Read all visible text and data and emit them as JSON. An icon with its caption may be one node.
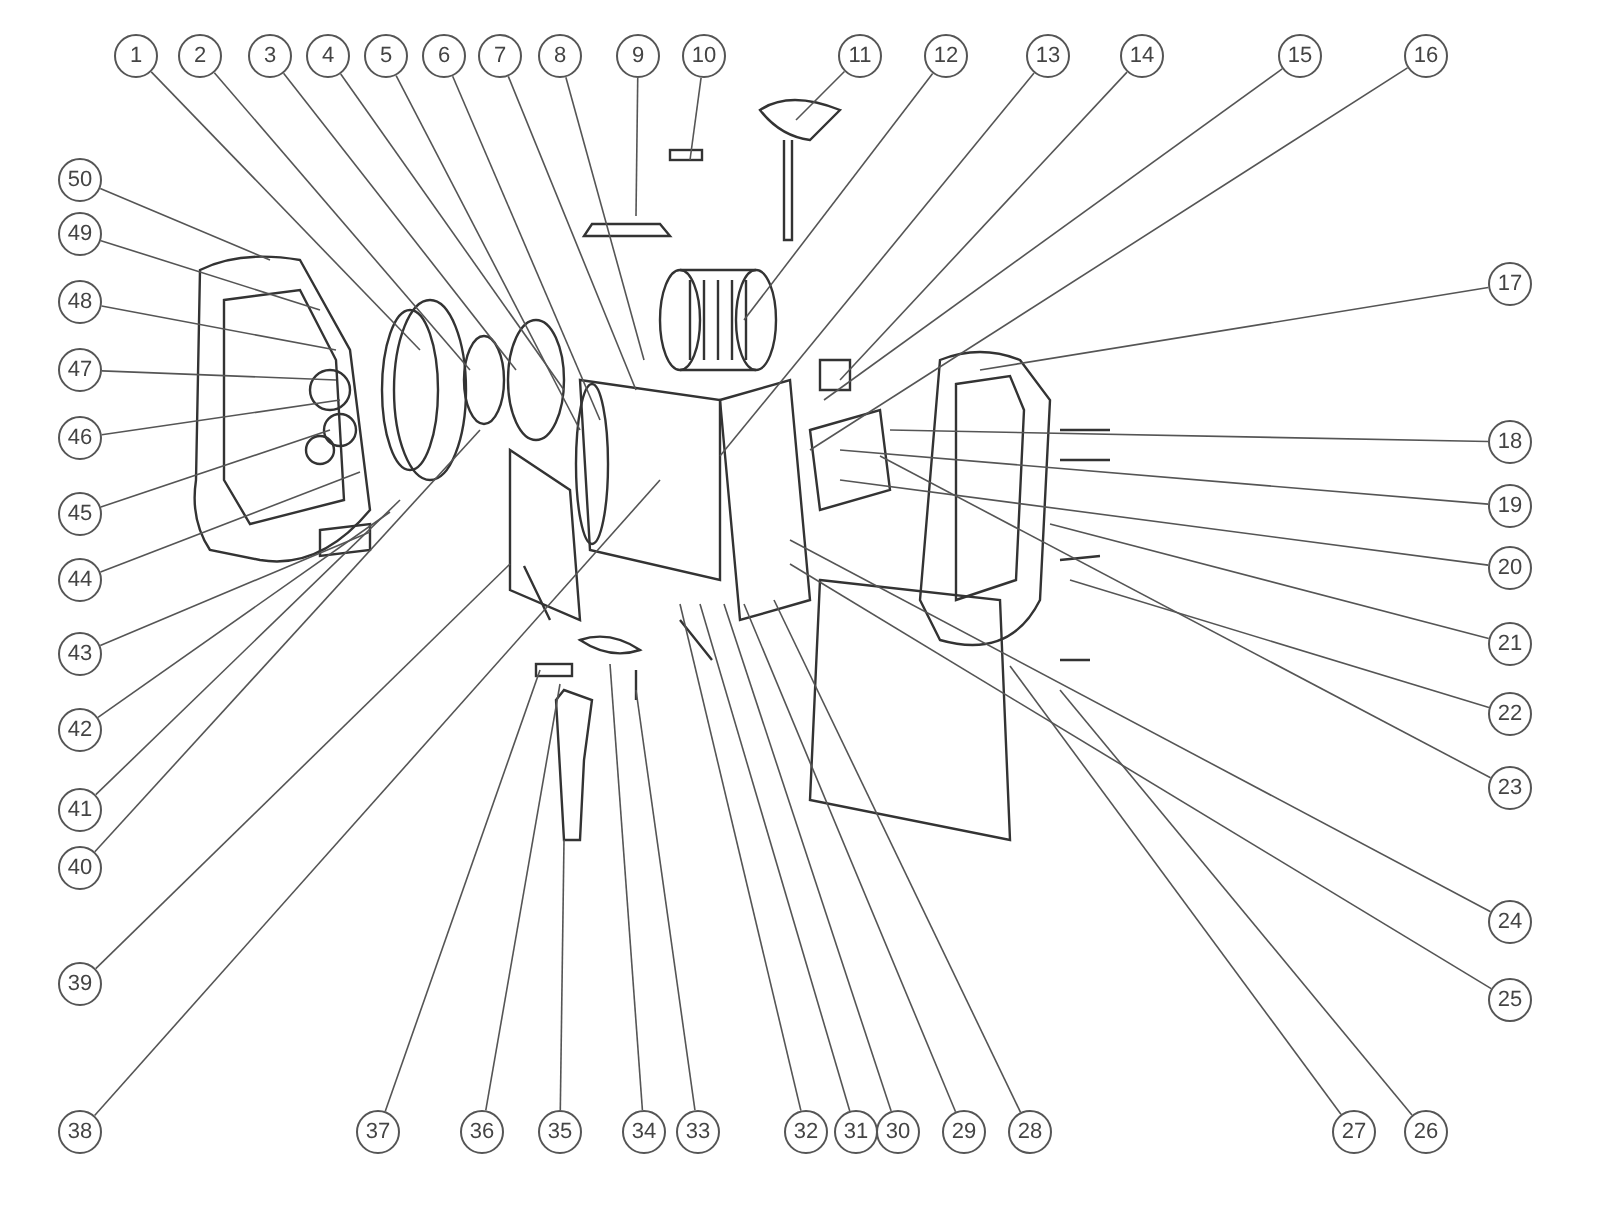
{
  "diagram": {
    "nodes": [
      {
        "text": [
          "1"
        ]
      },
      {
        "text": [
          "2"
        ]
      },
      {
        "text": [
          "3"
        ]
      },
      {
        "text": [
          "4"
        ]
      },
      {
        "text": [
          "5"
        ]
      },
      {
        "text": [
          "6"
        ]
      },
      {
        "text": [
          "7"
        ]
      },
      {
        "text": [
          "8"
        ]
      },
      {
        "text": [
          "9"
        ]
      },
      {
        "text": [
          "10"
        ]
      },
      {
        "text": [
          "11"
        ]
      },
      {
        "text": [
          "12"
        ]
      },
      {
        "text": [
          "13"
        ]
      },
      {
        "text": [
          "14"
        ]
      },
      {
        "text": [
          "15"
        ]
      },
      {
        "text": [
          "16"
        ]
      },
      {
        "text": [
          "17"
        ]
      },
      {
        "text": [
          "18"
        ]
      },
      {
        "text": [
          "19"
        ]
      },
      {
        "text": [
          "20"
        ]
      },
      {
        "text": [
          "21"
        ]
      },
      {
        "text": [
          "22"
        ]
      },
      {
        "text": [
          "23"
        ]
      },
      {
        "text": [
          "24"
        ]
      },
      {
        "text": [
          "25"
        ]
      },
      {
        "text": [
          "26"
        ]
      },
      {
        "text": [
          "27"
        ]
      },
      {
        "text": [
          "28"
        ]
      },
      {
        "text": [
          "29"
        ]
      },
      {
        "text": [
          "30"
        ]
      },
      {
        "text": [
          "31"
        ]
      },
      {
        "text": [
          "32"
        ]
      },
      {
        "text": [
          "33"
        ]
      },
      {
        "text": [
          "34"
        ]
      },
      {
        "text": [
          "35"
        ]
      },
      {
        "text": [
          "36"
        ]
      },
      {
        "text": [
          "37"
        ]
      },
      {
        "text": [
          "38"
        ]
      },
      {
        "text": [
          "39"
        ]
      },
      {
        "text": [
          "40"
        ]
      },
      {
        "text": [
          "41"
        ]
      },
      {
        "text": [
          "42"
        ]
      },
      {
        "text": [
          "43"
        ]
      },
      {
        "text": [
          "44"
        ]
      },
      {
        "text": [
          "45"
        ]
      },
      {
        "text": [
          "46"
        ]
      },
      {
        "text": [
          "47"
        ]
      },
      {
        "text": [
          "48"
        ]
      },
      {
        "text": [
          "49"
        ]
      },
      {
        "text": [
          "50"
        ]
      }
    ],
    "edges": [
      {
        "from": 0,
        "to": null,
        "arrow": "none"
      },
      {
        "from": 1,
        "to": null,
        "arrow": "none"
      },
      {
        "from": 2,
        "to": null,
        "arrow": "none"
      },
      {
        "from": 3,
        "to": null,
        "arrow": "none"
      },
      {
        "from": 4,
        "to": null,
        "arrow": "none"
      },
      {
        "from": 5,
        "to": null,
        "arrow": "none"
      },
      {
        "from": 6,
        "to": null,
        "arrow": "none"
      },
      {
        "from": 7,
        "to": null,
        "arrow": "none"
      },
      {
        "from": 8,
        "to": null,
        "arrow": "none"
      },
      {
        "from": 9,
        "to": null,
        "arrow": "none"
      },
      {
        "from": 10,
        "to": null,
        "arrow": "none"
      },
      {
        "from": 11,
        "to": null,
        "arrow": "none"
      },
      {
        "from": 12,
        "to": null,
        "arrow": "none"
      },
      {
        "from": 13,
        "to": null,
        "arrow": "none"
      },
      {
        "from": 14,
        "to": null,
        "arrow": "none"
      },
      {
        "from": 15,
        "to": null,
        "arrow": "none"
      },
      {
        "from": 16,
        "to": null,
        "arrow": "none"
      },
      {
        "from": 17,
        "to": null,
        "arrow": "none"
      },
      {
        "from": 18,
        "to": null,
        "arrow": "none"
      },
      {
        "from": 19,
        "to": null,
        "arrow": "none"
      },
      {
        "from": 20,
        "to": null,
        "arrow": "none"
      },
      {
        "from": 21,
        "to": null,
        "arrow": "none"
      },
      {
        "from": 22,
        "to": null,
        "arrow": "none"
      },
      {
        "from": 23,
        "to": null,
        "arrow": "none"
      },
      {
        "from": 24,
        "to": null,
        "arrow": "none"
      },
      {
        "from": 25,
        "to": null,
        "arrow": "none"
      },
      {
        "from": 26,
        "to": null,
        "arrow": "none"
      },
      {
        "from": 27,
        "to": null,
        "arrow": "none"
      },
      {
        "from": 28,
        "to": null,
        "arrow": "none"
      },
      {
        "from": 29,
        "to": null,
        "arrow": "none"
      },
      {
        "from": 30,
        "to": null,
        "arrow": "none"
      },
      {
        "from": 31,
        "to": null,
        "arrow": "none"
      },
      {
        "from": 32,
        "to": null,
        "arrow": "none"
      },
      {
        "from": 33,
        "to": null,
        "arrow": "none"
      },
      {
        "from": 34,
        "to": null,
        "arrow": "none"
      },
      {
        "from": 35,
        "to": null,
        "arrow": "none"
      },
      {
        "from": 36,
        "to": null,
        "arrow": "none"
      },
      {
        "from": 37,
        "to": null,
        "arrow": "none"
      },
      {
        "from": 38,
        "to": null,
        "arrow": "none"
      },
      {
        "from": 39,
        "to": null,
        "arrow": "none"
      },
      {
        "from": 40,
        "to": null,
        "arrow": "none"
      },
      {
        "from": 41,
        "to": null,
        "arrow": "none"
      },
      {
        "from": 42,
        "to": null,
        "arrow": "none"
      },
      {
        "from": 43,
        "to": null,
        "arrow": "none"
      },
      {
        "from": 44,
        "to": null,
        "arrow": "none"
      },
      {
        "from": 45,
        "to": null,
        "arrow": "none"
      },
      {
        "from": 46,
        "to": null,
        "arrow": "none"
      },
      {
        "from": 47,
        "to": null,
        "arrow": "none"
      },
      {
        "from": 48,
        "to": null,
        "arrow": "none"
      },
      {
        "from": 49,
        "to": null,
        "arrow": "none"
      }
    ]
  }
}
